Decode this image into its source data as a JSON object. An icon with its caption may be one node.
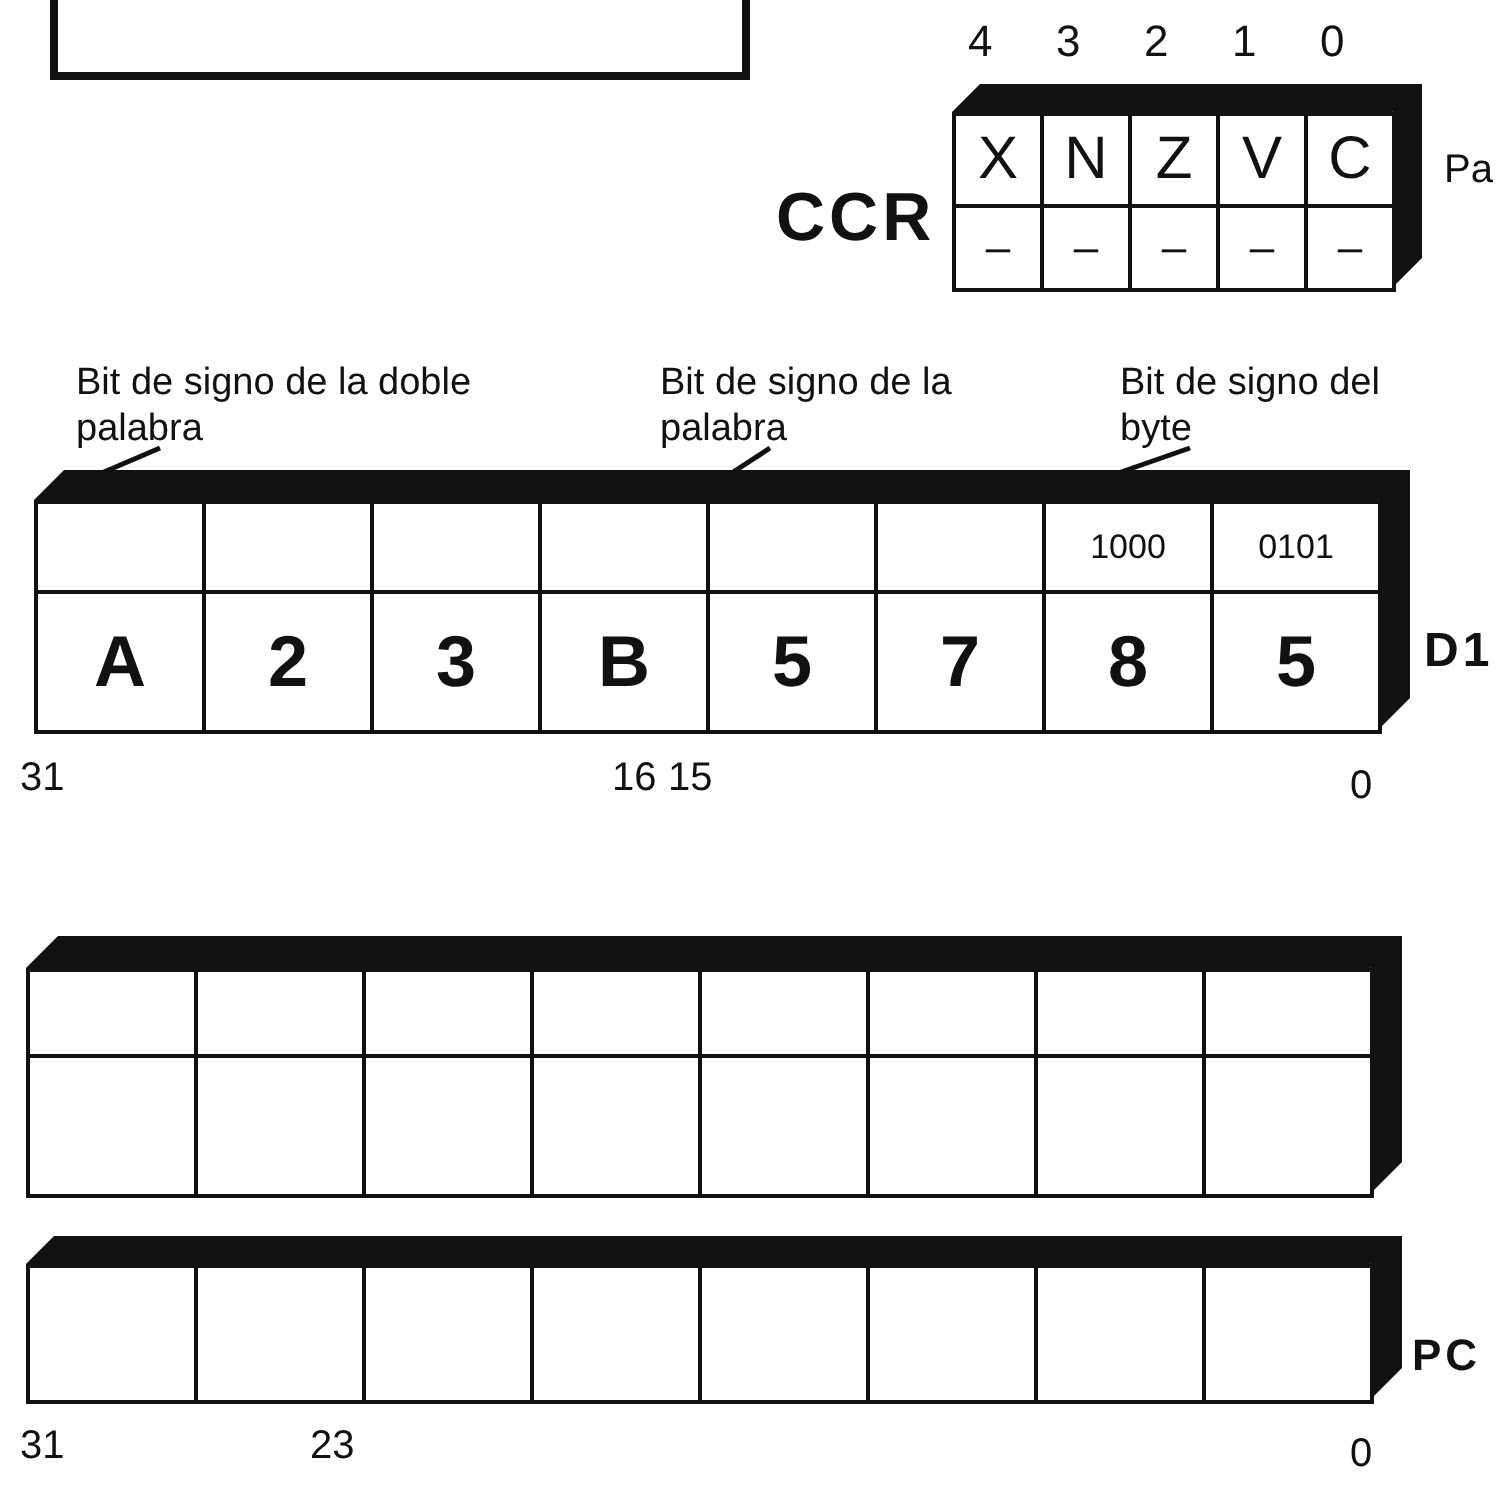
{
  "diagram": {
    "nodes": [
      {
        "text": [],
        "shape": "box"
      },
      {
        "text": [
          "X",
          "N",
          "Z",
          "V",
          "C",
          "–",
          "–",
          "–",
          "–",
          "–"
        ],
        "beside": [
          "CCR"
        ]
      },
      {
        "text": [
          "Bit de signo de la doble palabra"
        ]
      },
      {
        "text": [
          "Bit de signo de la palabra"
        ]
      },
      {
        "text": [
          "Bit de signo del byte"
        ]
      },
      {
        "text": [
          "1000",
          "0101",
          "A",
          "2",
          "3",
          "B",
          "5",
          "7",
          "8",
          "5"
        ],
        "beside": [
          "D1"
        ]
      },
      {
        "text": [],
        "shape": "bar"
      },
      {
        "text": [],
        "shape": "bar",
        "beside": [
          "PC"
        ]
      }
    ],
    "edges": [
      {
        "from": 2,
        "to": 5,
        "arrow": "none"
      },
      {
        "from": 3,
        "to": 5,
        "arrow": "none"
      },
      {
        "from": 4,
        "to": 5,
        "arrow": "none"
      }
    ],
    "labels": [
      "4",
      "3",
      "2",
      "1",
      "0",
      "Pa",
      "31",
      "16",
      "15",
      "0",
      "31",
      "23",
      "0"
    ]
  }
}
